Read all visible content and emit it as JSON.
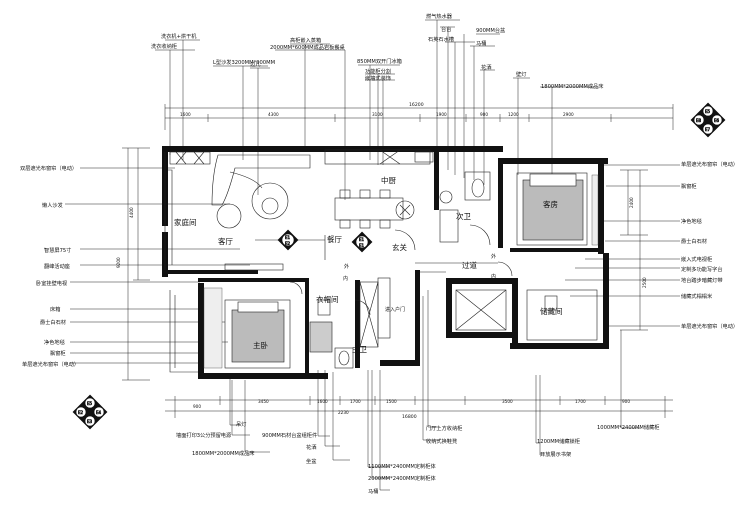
{
  "labels_top": [
    "洗衣机+烘干机",
    "洗衣收纳柜",
    "L型沙发3200MM*900MM",
    "边几",
    "高柜嵌入蒸箱",
    "2000MM*600MM成品岩板餐桌",
    "850MM双开门冰箱",
    "功能柜分割",
    "嵌墙式装饰",
    "燃气热水器",
    "台台",
    "石英石水槽",
    "900MM台盆",
    "马桶",
    "花洒",
    "壁灯",
    "1800MM*2000MM成品床"
  ],
  "labels_left": [
    "双层遮光布窗帘（电动）",
    "懒人沙发",
    "智慧屏75寸",
    "翻峰活动座",
    "卧室挂壁电视",
    "床箱",
    "爵士白石材",
    "净色地毯",
    "飘窗柜",
    "单层遮光布窗帘（电动）"
  ],
  "labels_right": [
    "单层遮光布窗帘（电动）",
    "飘窗柜",
    "净色地毯",
    "爵士白石材",
    "嵌入式电视柜",
    "定制多功能写字台",
    "地台踏步暗藏灯带",
    "储藏式榻榻米",
    "单层遮光布窗帘（电动）"
  ],
  "labels_bottom": [
    "吊灯",
    "墙面打印3公分预留电源",
    "1800MM*2000MM成品床",
    "900MM石材台盆组柜件",
    "花洒",
    "坐盆",
    "1100MM*2400MM定制柜体",
    "2000MM*2400MM定制柜体",
    "马桶",
    "收纳式换鞋凳",
    "门厅上方收纳柜",
    "1200MM储藏锁柜",
    "开放展示书架",
    "1000MM*2400MM储藏柜"
  ],
  "rooms": {
    "family": "家庭间",
    "living": "客厅",
    "dining": "餐厅",
    "kitchen": "中厨",
    "entry": "玄关",
    "second_bath": "次卫",
    "guest": "客房",
    "corridor": "过道",
    "cloak": "衣帽间",
    "master": "主卧",
    "master_bath": "主卫",
    "storage": "储藏间",
    "entrance": "进入户门",
    "out1": "外",
    "out2": "外",
    "in1": "内",
    "in2": "内"
  },
  "dims_top": {
    "total": "16200",
    "d1": "1600",
    "d2": "4300",
    "d3": "3100",
    "d4": "1900",
    "d5": "900",
    "d6": "1200",
    "d7": "2900"
  },
  "dims_bottom": {
    "d1": "900",
    "d2": "3450",
    "d3": "1600",
    "d4": "1700",
    "d5": "2230",
    "d6": "1500",
    "d7": "3500",
    "d8": "1700",
    "d9": "900",
    "total": "16800"
  },
  "dims_left": {
    "total": "9200",
    "d1": "4400"
  },
  "dims_right": {
    "d1": "2400",
    "d2": "2500"
  },
  "tags": {
    "e1_top": "E1",
    "e1_bot": "E2",
    "e2_top": "E1",
    "e2_bot": "E1",
    "r1": "E5",
    "r2": "E6",
    "r3": "E7",
    "r4": "E8",
    "l1": "E5",
    "l2": "E4",
    "l3": "E3",
    "l4": "E2"
  }
}
